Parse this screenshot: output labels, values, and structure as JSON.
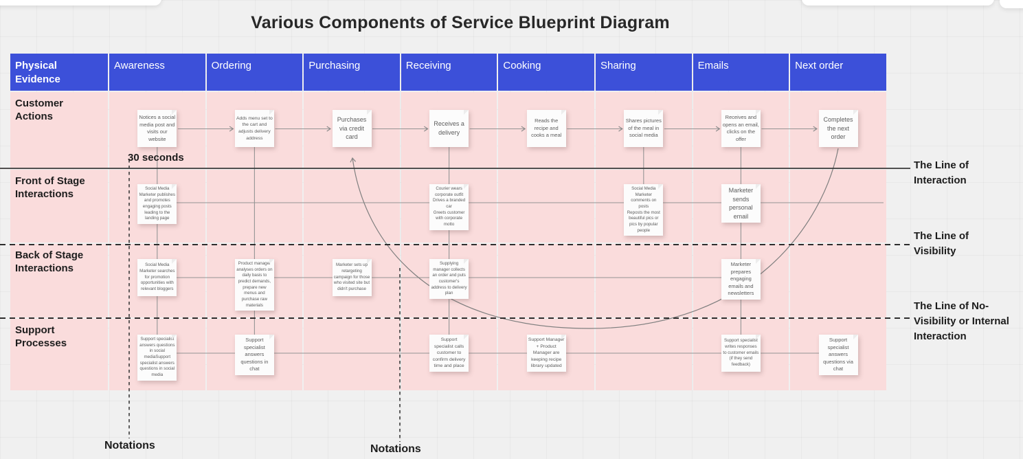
{
  "title": "Various Components of Service Blueprint Diagram",
  "colors": {
    "header_blue": "#3C50D9",
    "row_pink": "#FADCDC",
    "canvas_gray": "#F0F0F0",
    "note_white": "#FCFCFC",
    "connector_gray": "#949494",
    "line_dark": "#3a3a3a"
  },
  "header": {
    "columns": [
      "Physical Evidence",
      "Awareness",
      "Ordering",
      "Purchasing",
      "Receiving",
      "Cooking",
      "Sharing",
      "Emails",
      "Next order"
    ]
  },
  "row_labels": [
    "Customer Actions",
    "Front of Stage Interactions",
    "Back of Stage Interactions",
    "Support Processes"
  ],
  "notes": {
    "customer": [
      {
        "col": 1,
        "text": "Notices a social media post and visits our website"
      },
      {
        "col": 2,
        "text": "Adds menu set to the cart and adjusts delivery address"
      },
      {
        "col": 3,
        "text": "Purchases via credit card"
      },
      {
        "col": 4,
        "text": "Receives a delivery"
      },
      {
        "col": 5,
        "text": "Reads the recipe and cooks a meal"
      },
      {
        "col": 6,
        "text": "Shares pictures of the meal in social media"
      },
      {
        "col": 7,
        "text": "Receives and opens an email, clicks on the offer"
      },
      {
        "col": 8,
        "text": "Completes the next order"
      }
    ],
    "front": [
      {
        "col": 1,
        "text": "Social Media Marketer publishes and promotes engaging posts leading to the landing page"
      },
      {
        "col": 4,
        "text": "Courier wears corporate outfit\nDrives a branded car\nGreets customer with corporate motto"
      },
      {
        "col": 6,
        "text": "Social Media Marketer comments on posts\nReposts the most beautiful pics or pics by popular people"
      },
      {
        "col": 7,
        "text": "Marketer sends personal email"
      }
    ],
    "back": [
      {
        "col": 1,
        "text": "Social Media Marketer searches for promotion opportunities with relevant bloggers"
      },
      {
        "col": 2,
        "text": "Product manager analyses orders on daily basis to predict demands, prepare new menus and purchase raw materials"
      },
      {
        "col": 3,
        "text": "Marketer sets up retargeting campaign for those who visited site but didn't purchase"
      },
      {
        "col": 4,
        "text": "Supplying manager collects an order and puts customer's address to delivery plan"
      },
      {
        "col": 7,
        "text": "Marketer prepares engaging emails and newsletters"
      }
    ],
    "support": [
      {
        "col": 1,
        "text": "Support specialist answers questions in social mediaSupport specialist answers questions in social media"
      },
      {
        "col": 2,
        "text": "Support specialist answers questions in chat"
      },
      {
        "col": 4,
        "text": "Support specialist calls customer to confirm delivery time and place"
      },
      {
        "col": 5,
        "text": "Support Manager + Product Manager are keeping recipe library updated"
      },
      {
        "col": 7,
        "text": "Support specialist writes responses to customer emails (if they send feedback)"
      },
      {
        "col": 8,
        "text": "Support specialist answers questions via chat"
      }
    ]
  },
  "annotations": {
    "thirty_seconds": "30 seconds",
    "notations_1": "Notations",
    "notations_2": "Notations",
    "line_of_interaction": "The Line of Interaction",
    "line_of_visibility": "The Line of Visibility",
    "line_of_no_visibility": "The Line of No-Visibility or Internal Interaction"
  }
}
